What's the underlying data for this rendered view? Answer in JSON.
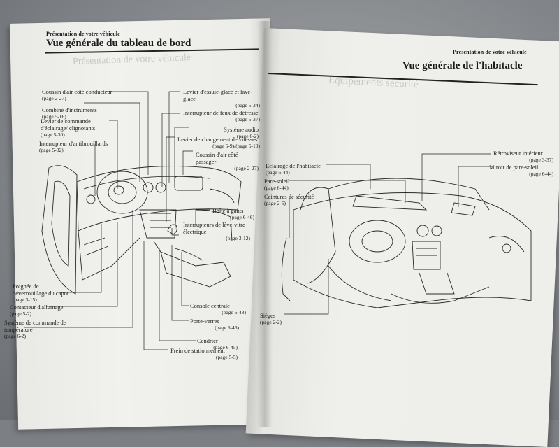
{
  "left_page": {
    "section": "Présentation de votre véhicule",
    "title": "Vue générale du tableau de bord",
    "labels": [
      {
        "text": "Coussin d'air côté conducteur",
        "page": "(page 2-27)"
      },
      {
        "text": "Combiné d'instruments",
        "page": "(page 5-16)"
      },
      {
        "text": "Levier de commande d'éclairage/ clignotants",
        "page": "(page 5-30)"
      },
      {
        "text": "Interrupteur d'antibrouillards",
        "page": "(page 5-32)"
      },
      {
        "text": "Levier d'essuie-glace et lave-glace",
        "page": "(page 5-34)"
      },
      {
        "text": "Interrupteur de feux de détresse",
        "page": "(page 5-37)"
      },
      {
        "text": "Système audio",
        "page": "(page 6-2)"
      },
      {
        "text": "Levier de changement de vitesses",
        "page": "(page 5-9)/(page 5-10)"
      },
      {
        "text": "Coussin d'air côté passager",
        "page": "(page 2-27)"
      },
      {
        "text": "Boîte à gants",
        "page": "(page 6-46)"
      },
      {
        "text": "Interrupteurs de lève-vitre électrique",
        "page": "(page 3-12)"
      },
      {
        "text": "Poignée de déverrouillage du capot",
        "page": "(page 3-15)"
      },
      {
        "text": "Contacteur d'allumage",
        "page": "(page 5-2)"
      },
      {
        "text": "Système de commande de température",
        "page": "(page 6-2)"
      },
      {
        "text": "Console centrale",
        "page": "(page 6-48)"
      },
      {
        "text": "Porte-verres",
        "page": "(page 6-46)"
      },
      {
        "text": "Cendrier",
        "page": "(page 6-45)"
      },
      {
        "text": "Frein de stationnement",
        "page": "(page 5-5)"
      }
    ]
  },
  "right_page": {
    "section": "Présentation de votre véhicule",
    "title": "Vue générale de l'habitacle",
    "labels": [
      {
        "text": "Eclairage de l'habitacle",
        "page": "(page 6-44)"
      },
      {
        "text": "Pare-soleil",
        "page": "(page 6-44)"
      },
      {
        "text": "Ceintures de sécurité",
        "page": "(page 2-5)"
      },
      {
        "text": "Rétroviseur intérieur",
        "page": "(page 3-37)"
      },
      {
        "text": "Miroir de pare-soleil",
        "page": "(page 6-44)"
      },
      {
        "text": "Sièges",
        "page": "(page 2-2)"
      }
    ]
  }
}
